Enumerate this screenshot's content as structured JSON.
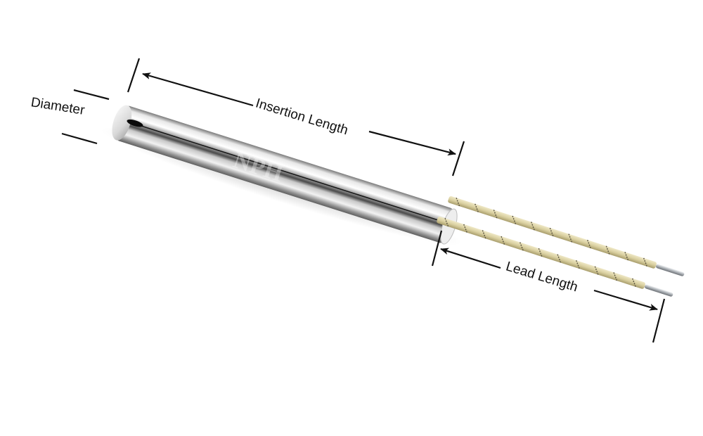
{
  "diagram": {
    "subject": "cartridge heater with fiberglass-insulated leads",
    "watermark": "NPH",
    "labels": {
      "diameter": "Diameter",
      "insertion_length": "Insertion Length",
      "lead_length": "Lead Length"
    },
    "colors": {
      "background": "#ffffff",
      "dimension_lines": "#111111",
      "sheath_highlight": "#f4f4f4",
      "sheath_shadow": "#5a5a5a",
      "lead_insulation": "#ddd3a8",
      "lead_tracer": "#5b5540",
      "conductor": "#b8bcc0"
    }
  }
}
